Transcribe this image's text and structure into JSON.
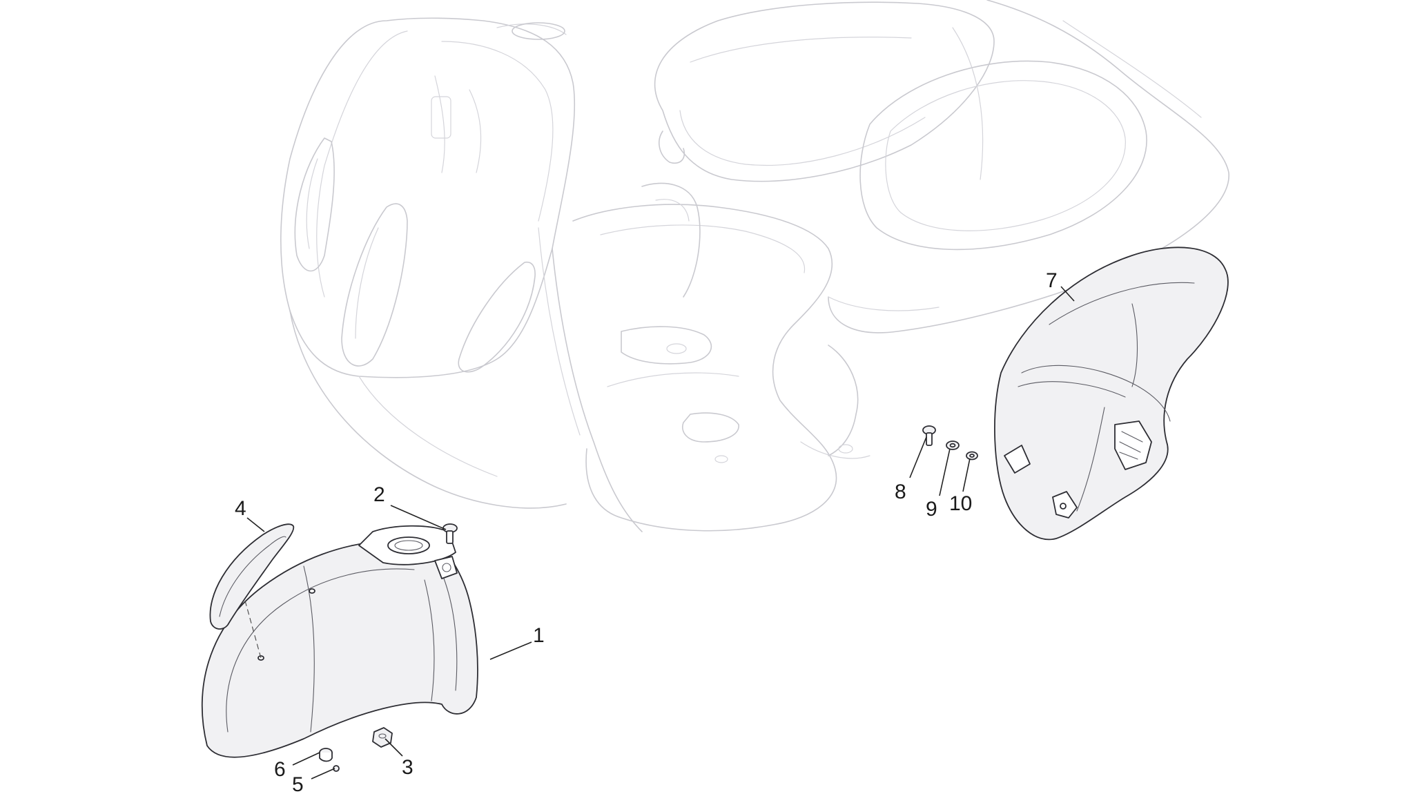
{
  "callouts": [
    {
      "id": "1",
      "label": "1"
    },
    {
      "id": "2",
      "label": "2"
    },
    {
      "id": "3",
      "label": "3"
    },
    {
      "id": "4",
      "label": "4"
    },
    {
      "id": "5",
      "label": "5"
    },
    {
      "id": "6",
      "label": "6"
    },
    {
      "id": "7",
      "label": "7"
    },
    {
      "id": "8",
      "label": "8"
    },
    {
      "id": "9",
      "label": "9"
    },
    {
      "id": "10",
      "label": "10"
    }
  ],
  "colors": {
    "ghost_outline": "#c9c9cf",
    "part_outline": "#2d2d33",
    "part_fill": "#f1f1f3",
    "background": "#ffffff"
  }
}
